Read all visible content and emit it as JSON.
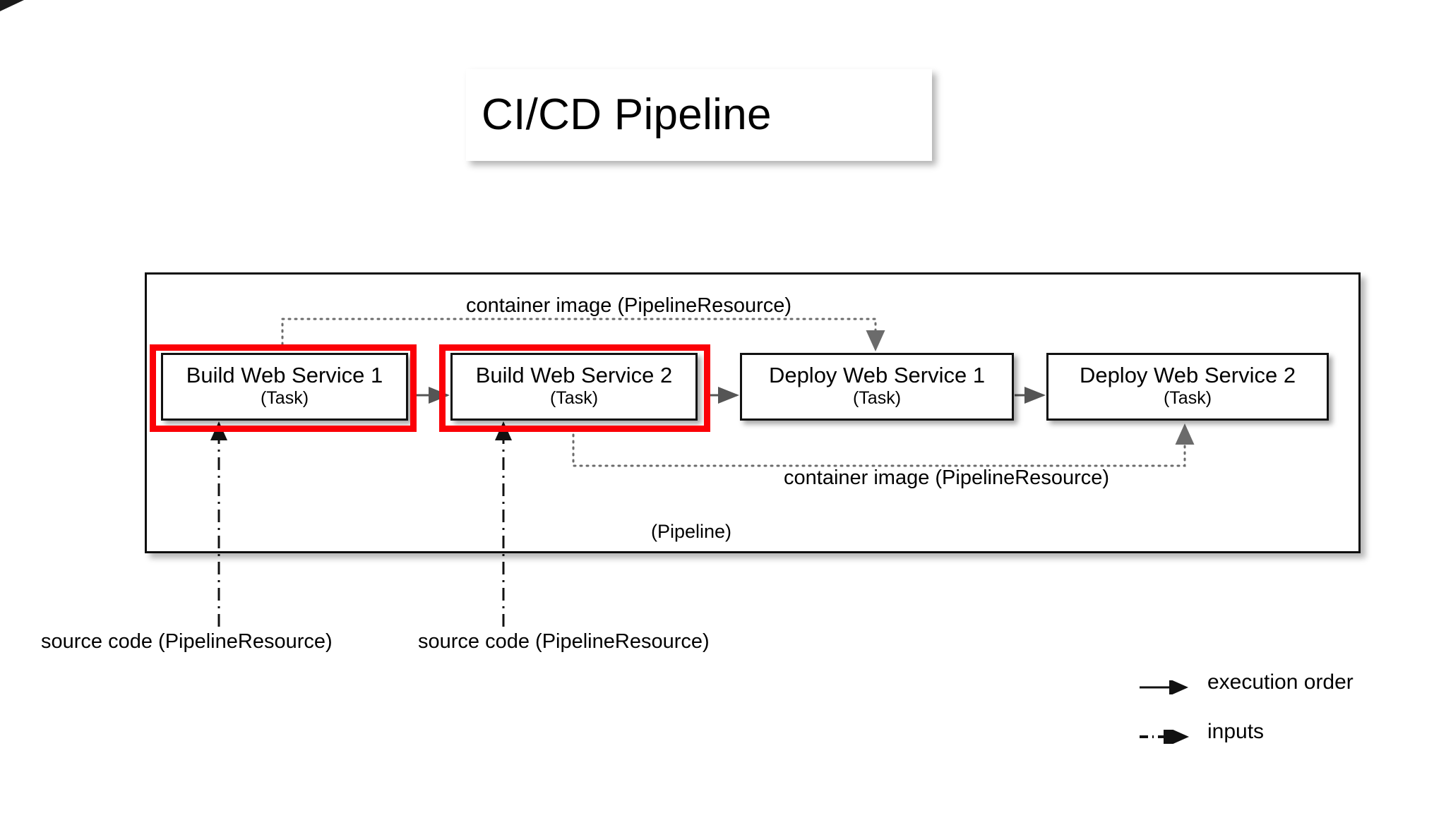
{
  "title": {
    "text": "CI/CD Pipeline"
  },
  "pipeline": {
    "label": "(Pipeline)",
    "tasks": [
      {
        "id": "build-1",
        "name": "Build Web Service 1",
        "kind": "(Task)",
        "highlighted": true,
        "highlight_color": "#fb0007"
      },
      {
        "id": "build-2",
        "name": "Build Web Service 2",
        "kind": "(Task)",
        "highlighted": true,
        "highlight_color": "#fb0007"
      },
      {
        "id": "deploy-1",
        "name": "Deploy Web Service 1",
        "kind": "(Task)",
        "highlighted": false,
        "highlight_color": ""
      },
      {
        "id": "deploy-2",
        "name": "Deploy Web Service 2",
        "kind": "(Task)",
        "highlighted": false,
        "highlight_color": ""
      }
    ]
  },
  "edges": {
    "container_image_top": "container image (PipelineResource)",
    "container_image_bottom": "container image (PipelineResource)",
    "source_code_1": "source code (PipelineResource)",
    "source_code_2": "source code (PipelineResource)"
  },
  "legend": {
    "items": [
      {
        "style": "solid",
        "label": "execution order"
      },
      {
        "style": "dash-dot",
        "label": "inputs"
      }
    ]
  },
  "colors": {
    "highlight": "#fb0007",
    "stroke": "#111111",
    "arrow": "#555555",
    "background": "#ffffff"
  }
}
